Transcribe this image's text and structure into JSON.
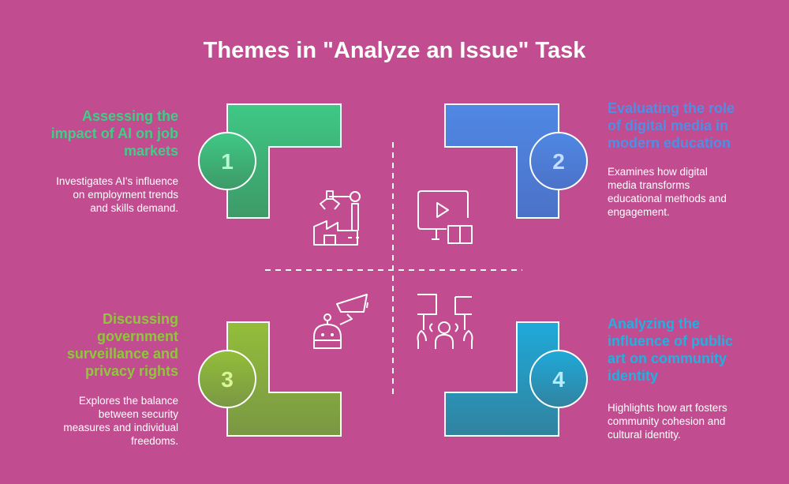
{
  "title": "Themes in \"Analyze an Issue\" Task",
  "items": [
    {
      "number": "1",
      "heading": "Assessing the impact of AI on job markets",
      "heading_lines": [
        "Assessing the",
        "impact of AI on job",
        "markets"
      ],
      "description_lines": [
        "Investigates AI's influence",
        "on employment trends",
        "and skills demand."
      ],
      "color": "#3ecf86",
      "icon": "factory-robot-arm-icon"
    },
    {
      "number": "2",
      "heading": "Evaluating the role of digital media in modern education",
      "heading_lines": [
        "Evaluating the role",
        "of digital media in",
        "modern education"
      ],
      "description_lines": [
        "Examines how digital",
        "media transforms",
        "educational methods and",
        "engagement."
      ],
      "color": "#4e8fe6",
      "icon": "monitor-video-book-icon"
    },
    {
      "number": "3",
      "heading": "Discussing government surveillance and privacy rights",
      "heading_lines": [
        "Discussing",
        "government",
        "surveillance and",
        "privacy rights"
      ],
      "description_lines": [
        "Explores the balance",
        "between security",
        "measures and individual",
        "freedoms."
      ],
      "color": "#8fc73a",
      "icon": "surveillance-camera-robot-icon"
    },
    {
      "number": "4",
      "heading": "Analyzing the influence of public art on community identity",
      "heading_lines": [
        "Analyzing the",
        "influence of public",
        "art on community",
        "identity"
      ],
      "description_lines": [
        "Highlights how art fosters",
        "community cohesion and",
        "cultural identity."
      ],
      "color": "#22b0e0",
      "icon": "community-protest-signs-icon"
    }
  ]
}
